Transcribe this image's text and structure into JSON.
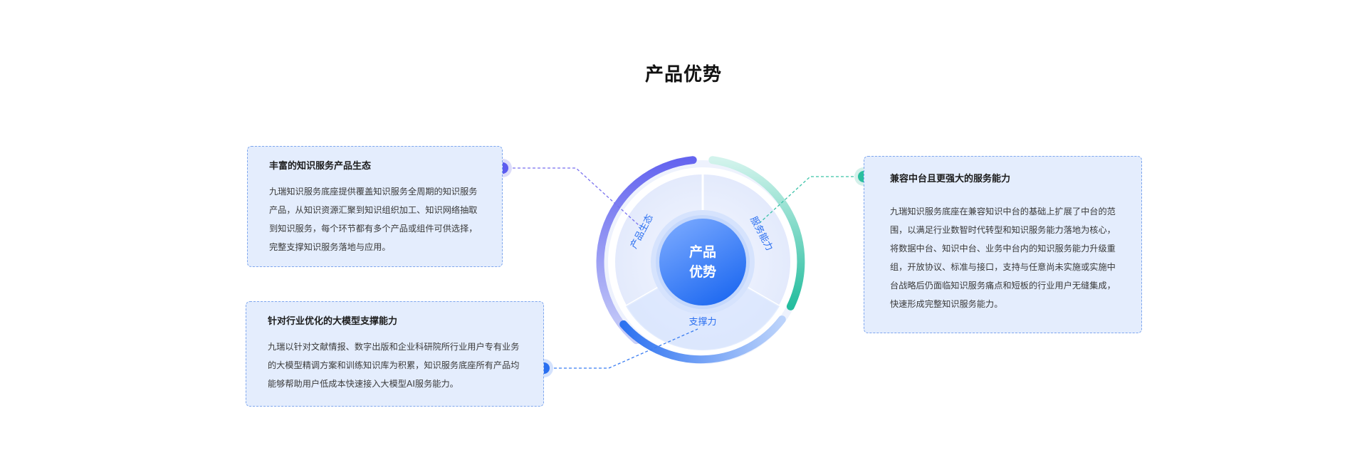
{
  "title": "产品优势",
  "hub": {
    "line1": "产品",
    "line2": "优势"
  },
  "segments": {
    "ecosystem": "产品生态",
    "service": "服务能力",
    "support": "支撑力"
  },
  "cards": {
    "ecosystem": {
      "title": "丰富的知识服务产品生态",
      "body": "九瑞知识服务底座提供覆盖知识服务全周期的知识服务产品，从知识资源汇聚到知识组织加工、知识网络抽取到知识服务，每个环节都有多个产品或组件可供选择，完整支撑知识服务落地与应用。"
    },
    "model": {
      "title": "针对行业优化的大模型支撑能力",
      "body": "九瑞以针对文献情报、数字出版和企业科研院所行业用户专有业务的大模型精调方案和训练知识库为积累，知识服务底座所有产品均能够帮助用户低成本快速接入大模型AI服务能力。"
    },
    "platform": {
      "title": "兼容中台且更强大的服务能力",
      "body": "九瑞知识服务底座在兼容知识中台的基础上扩展了中台的范围，以满足行业数智时代转型和知识服务能力落地为核心，将数据中台、知识中台、业务中台内的知识服务能力升级重组，开放协议、标准与接口，支持与任意尚未实施或实施中台战略后仍面临知识服务痛点和短板的行业用户无缝集成，快速形成完整知识服务能力。"
    }
  },
  "colors": {
    "accent": "#1e6ff2",
    "card_bg": "#e4edfd",
    "card_border": "#7ea6ee",
    "ecosystem_arc": "#6d6df0",
    "service_arc": "#2fc4a6",
    "support_arc": "#3a7df2"
  }
}
